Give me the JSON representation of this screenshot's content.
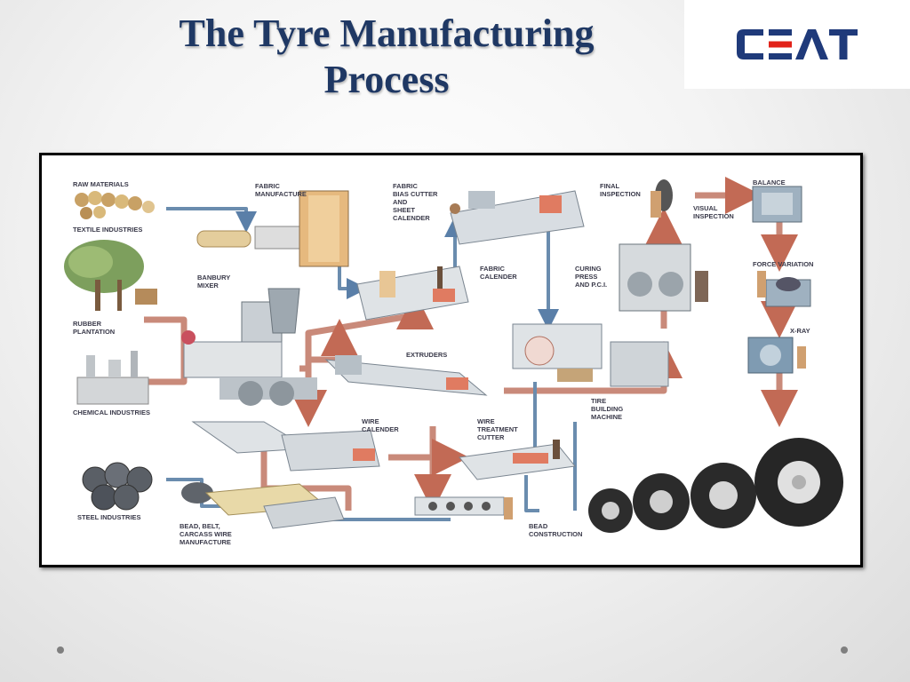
{
  "slide": {
    "title": "The Tyre Manufacturing Process",
    "logo_text": "CEAT"
  },
  "diagram": {
    "labels": {
      "raw_materials": "RAW MATERIALS",
      "textile": "TEXTILE INDUSTRIES",
      "fabric_manufacture_1": "FABRIC",
      "fabric_manufacture_2": "MANUFACTURE",
      "bias_1": "FABRIC",
      "bias_2": "BIAS CUTTER",
      "bias_3": "AND",
      "bias_4": "SHEET",
      "bias_5": "CALENDER",
      "final_1": "FINAL",
      "final_2": "INSPECTION",
      "visual_1": "VISUAL",
      "visual_2": "INSPECTION",
      "balance": "BALANCE",
      "banbury_1": "BANBURY",
      "banbury_2": "MIXER",
      "fabric_cal_1": "FABRIC",
      "fabric_cal_2": "CALENDER",
      "curing_1": "CURING",
      "curing_2": "PRESS",
      "curing_3": "AND P.C.I.",
      "force": "FORCE VARIATION",
      "rubber_1": "RUBBER",
      "rubber_2": "PLANTATION",
      "xray": "X-RAY",
      "extruders": "EXTRUDERS",
      "chemical": "CHEMICAL INDUSTRIES",
      "tire_1": "TIRE",
      "tire_2": "BUILDING",
      "tire_3": "MACHINE",
      "wire_cal_1": "WIRE",
      "wire_cal_2": "CALENDER",
      "wire_treat_1": "WIRE",
      "wire_treat_2": "TREATMENT",
      "wire_treat_3": "CUTTER",
      "steel": "STEEL INDUSTRIES",
      "bead_belt_1": "BEAD, BELT,",
      "bead_belt_2": "CARCASS WIRE",
      "bead_belt_3": "MANUFACTURE",
      "bead_con_1": "BEAD",
      "bead_con_2": "CONSTRUCTION"
    }
  }
}
